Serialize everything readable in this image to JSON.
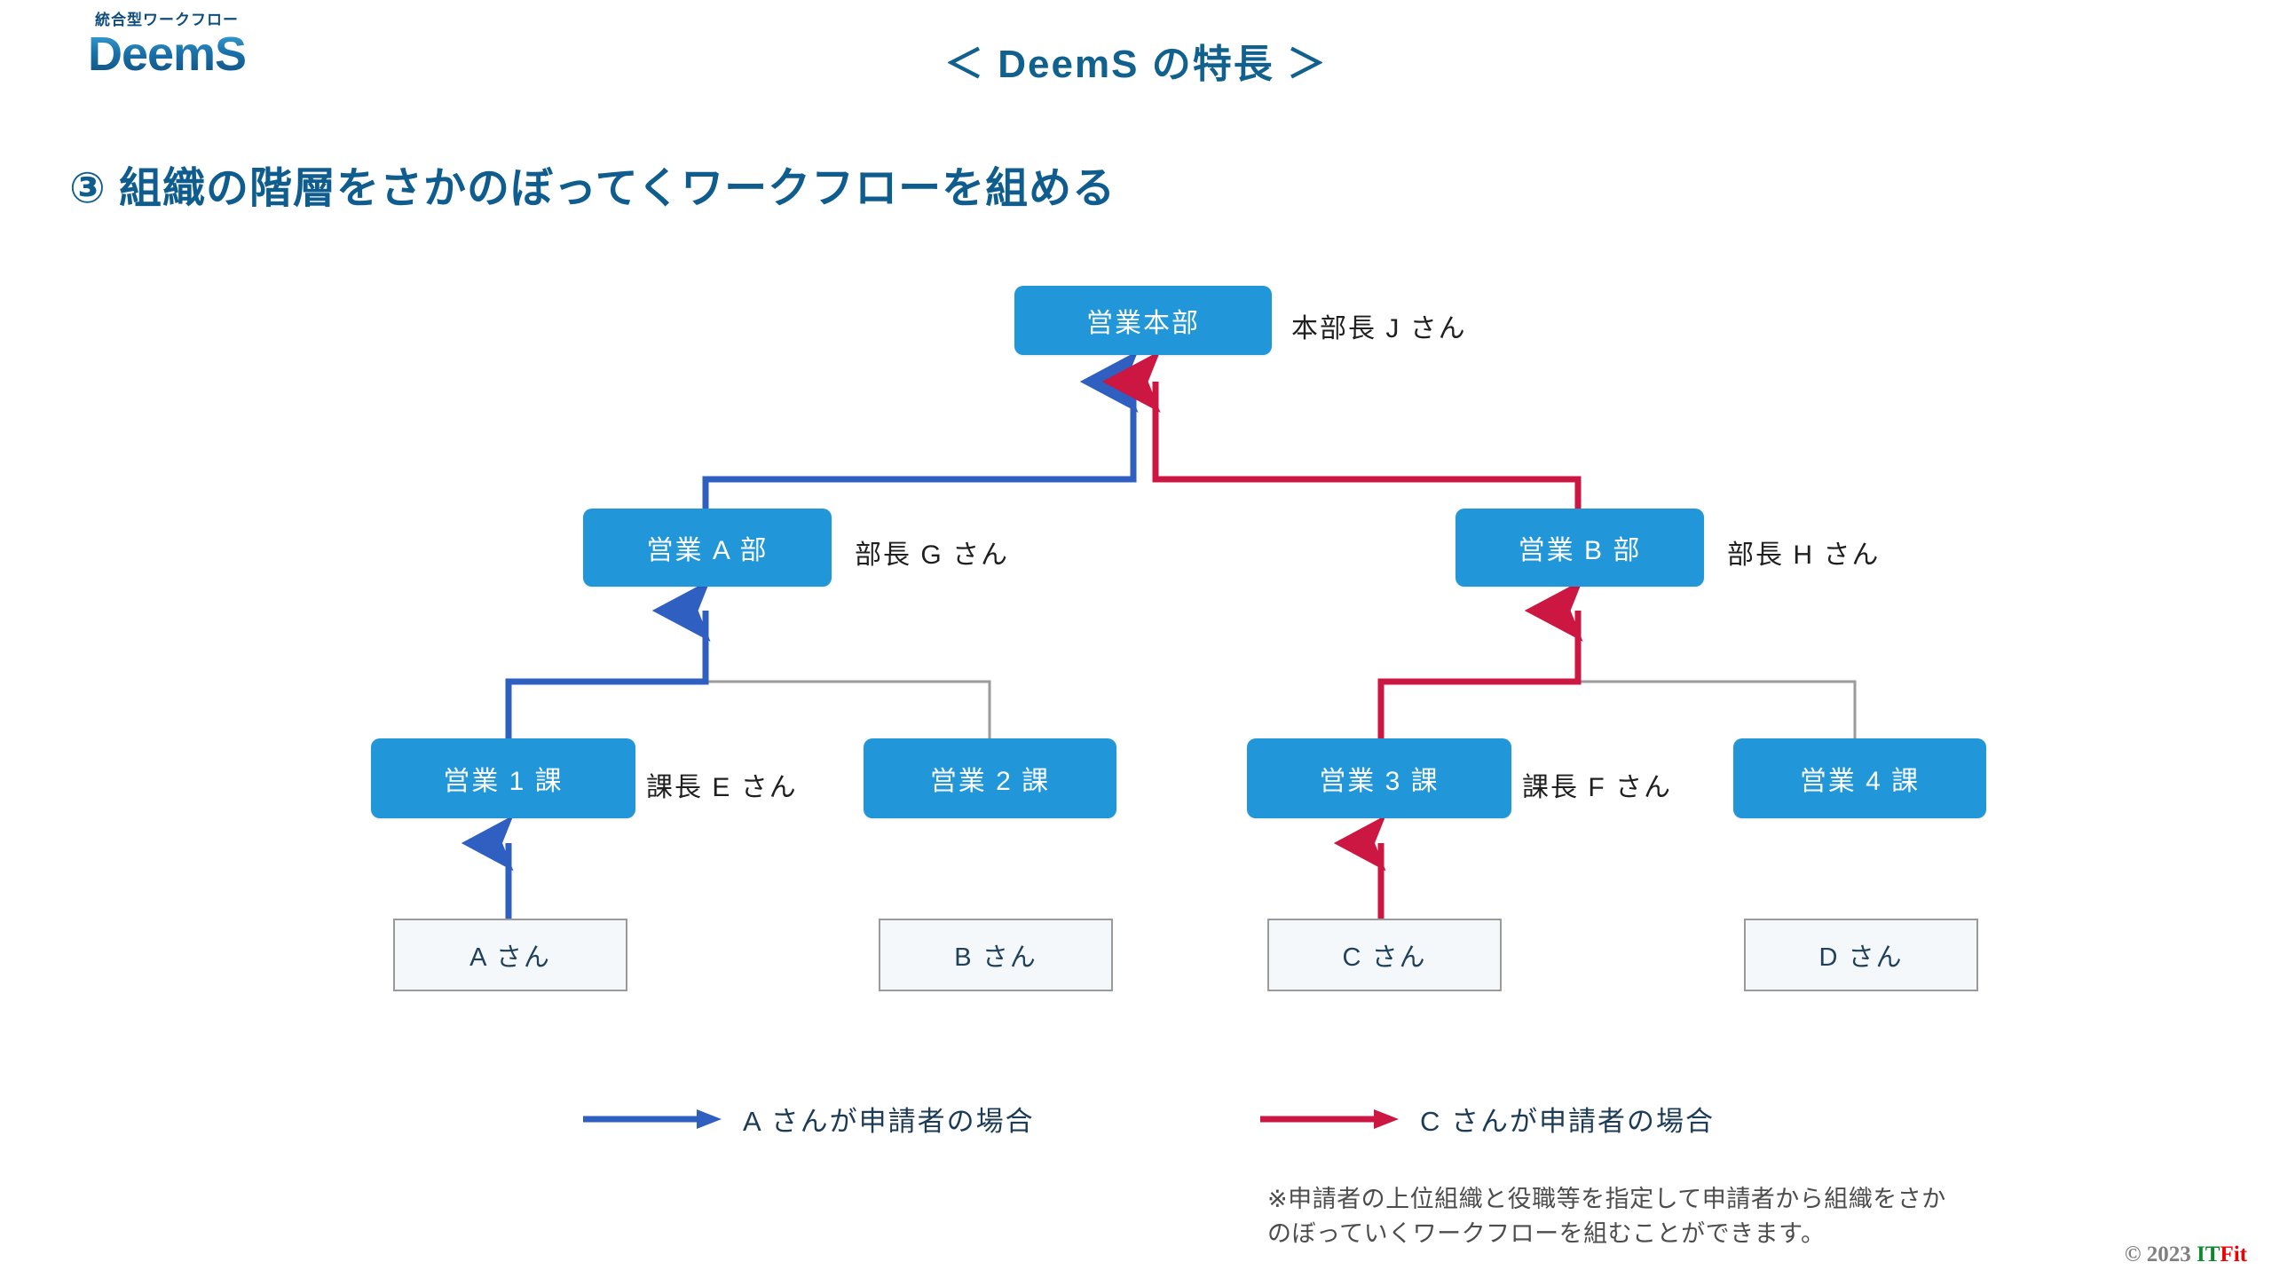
{
  "logo": {
    "tagline": "統合型ワークフロー",
    "name": "DeemS",
    "gradient_from": "#3ea5d8",
    "gradient_to": "#0c4f80"
  },
  "header": {
    "title": "＜ DeemS の特長 ＞",
    "title_color": "#11618f"
  },
  "section": {
    "heading": "③ 組織の階層をさかのぼってくワークフローを組める",
    "heading_color": "#0f5d8e"
  },
  "colors": {
    "org_box": "#2196d8",
    "person_box_fill": "#f4f8fa",
    "person_box_border": "#9a9a9a",
    "path_blue": "#2f5fc0",
    "path_red": "#cc1742",
    "path_gray": "#9b9b9b"
  },
  "diagram": {
    "nodes": [
      {
        "id": "hq",
        "label": "営業本部",
        "role": "本部長 J さん"
      },
      {
        "id": "dept-a",
        "label": "営業 A 部",
        "role": "部長 G さん"
      },
      {
        "id": "dept-b",
        "label": "営業 B 部",
        "role": "部長 H さん"
      },
      {
        "id": "sec-1",
        "label": "営業 1 課",
        "role": "課長 E さん"
      },
      {
        "id": "sec-2",
        "label": "営業 2 課",
        "role": ""
      },
      {
        "id": "sec-3",
        "label": "営業 3 課",
        "role": "課長 F さん"
      },
      {
        "id": "sec-4",
        "label": "営業 4 課",
        "role": ""
      }
    ],
    "people": [
      {
        "id": "person-a",
        "label": "A さん"
      },
      {
        "id": "person-b",
        "label": "B さん"
      },
      {
        "id": "person-c",
        "label": "C さん"
      },
      {
        "id": "person-d",
        "label": "D さん"
      }
    ],
    "paths": {
      "blue_route": [
        "person-a",
        "sec-1",
        "dept-a",
        "hq"
      ],
      "red_route": [
        "person-c",
        "sec-3",
        "dept-b",
        "hq"
      ],
      "gray_links": [
        [
          "sec-2",
          "dept-a"
        ],
        [
          "sec-4",
          "dept-b"
        ]
      ]
    }
  },
  "legend": {
    "items": [
      {
        "label": "A さんが申請者の場合",
        "color": "#2f5fc0"
      },
      {
        "label": "C さんが申請者の場合",
        "color": "#cc1742"
      }
    ]
  },
  "footnote": {
    "line1": "※申請者の上位組織と役職等を指定して申請者から組織をさか",
    "line2": "のぼっていくワークフローを組むことができます。"
  },
  "copyright": {
    "mark": "© 2023 ",
    "brand_it": "IT",
    "brand_fit": "Fit"
  }
}
